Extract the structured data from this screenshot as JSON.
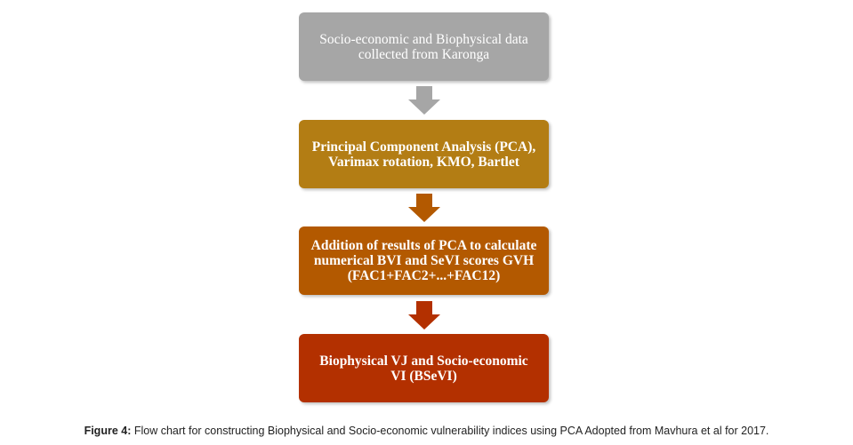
{
  "colors": {
    "box1": "#a6a6a6",
    "box2": "#b37d14",
    "box3": "#b35900",
    "box4": "#b33000",
    "arrow1": "#a6a6a6",
    "arrow2": "#b35900",
    "arrow3": "#b33000"
  },
  "steps": [
    {
      "lines": [
        "Socio-economic and Biophysical data",
        "collected from Karonga"
      ],
      "bold": false
    },
    {
      "lines": [
        "Principal Component Analysis (PCA),",
        "Varimax rotation, KMO, Bartlet"
      ],
      "bold": true
    },
    {
      "lines": [
        "Addition of results of PCA to calculate",
        "numerical BVI and SeVI scores GVH",
        "(FAC1+FAC2+...+FAC12)"
      ],
      "bold": true
    },
    {
      "lines": [
        "Biophysical VJ and Socio-economic",
        "VI (BSeVI)"
      ],
      "bold": true
    }
  ],
  "caption": {
    "label": "Figure 4:",
    "text": " Flow chart for constructing Biophysical and Socio-economic vulnerability indices using PCA Adopted from Mavhura et al for 2017."
  }
}
